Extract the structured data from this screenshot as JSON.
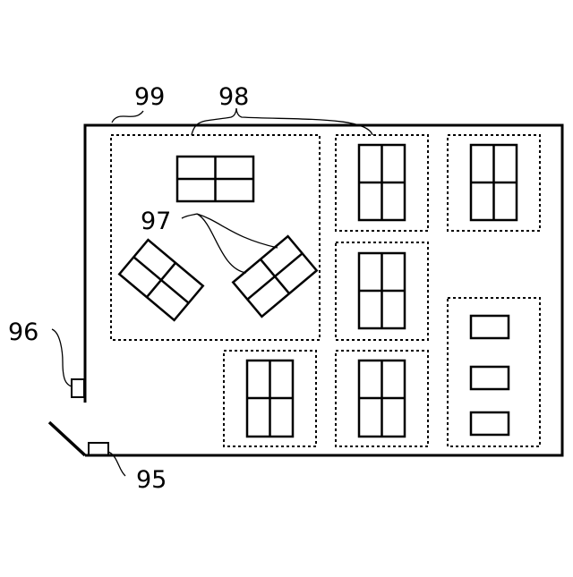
{
  "labels": {
    "ref_99": "99",
    "ref_98": "98",
    "ref_97": "97",
    "ref_96": "96",
    "ref_95": "95"
  }
}
